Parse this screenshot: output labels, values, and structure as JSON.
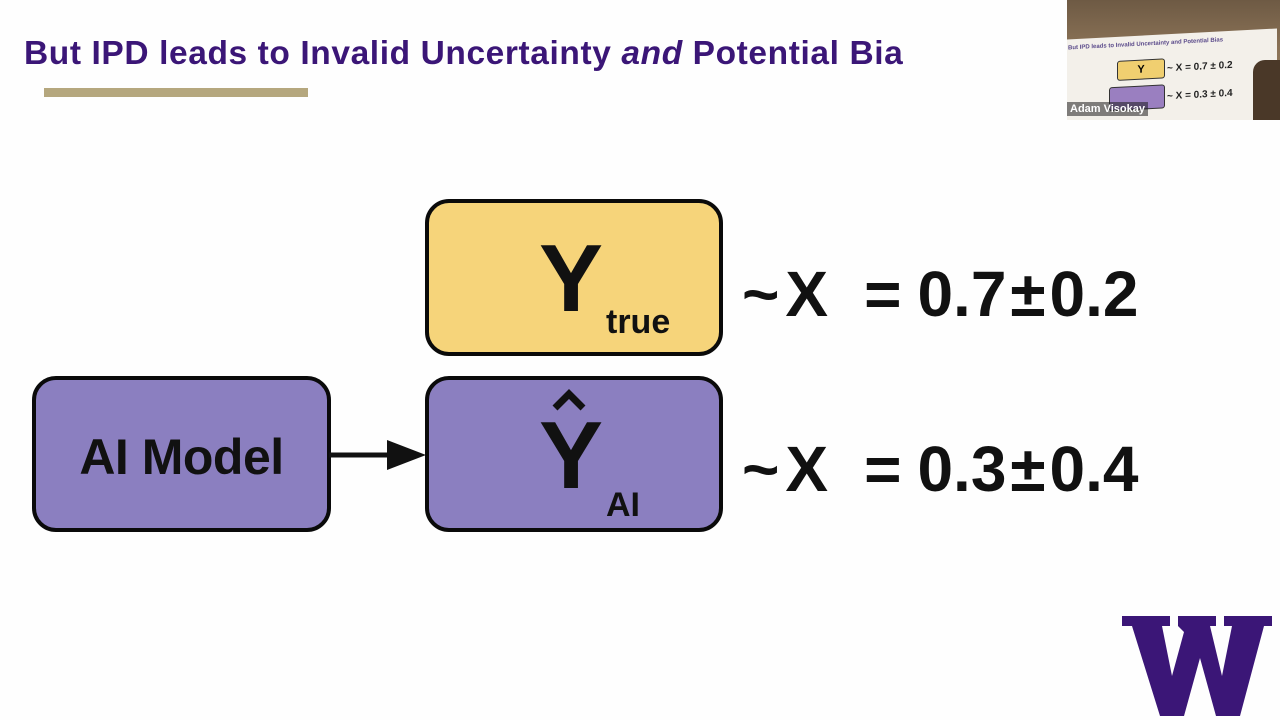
{
  "slide": {
    "title_part1": "But IPD leads to Invalid Uncertainty ",
    "title_em": "and",
    "title_part2": " Potential Bia",
    "accent_color": "#b5a77e",
    "title_color": "#3b1677"
  },
  "diagram": {
    "ai_model_label": "AI Model",
    "ytrue": {
      "symbol": "Y",
      "subscript": "true",
      "color": "#f6d47a",
      "equation": {
        "tilde": "~",
        "var": "X",
        "eq": "=",
        "value": "0.7",
        "pm": "±",
        "err": "0.2"
      }
    },
    "yai": {
      "symbol": "Y",
      "subscript": "AI",
      "color": "#8b7fc0",
      "equation": {
        "tilde": "~",
        "var": "X",
        "eq": "=",
        "value": "0.3",
        "pm": "±",
        "err": "0.4"
      }
    }
  },
  "webcam": {
    "participant_name": "Adam Visokay",
    "screen_title": "But IPD leads to Invalid Uncertainty and Potential Bias",
    "mini_true_label": "Y",
    "mini_eq1": "~ X = 0.7 ± 0.2",
    "mini_eq2": "~ X = 0.3 ± 0.4"
  },
  "logo": {
    "letter": "W",
    "color": "#3b1677"
  }
}
